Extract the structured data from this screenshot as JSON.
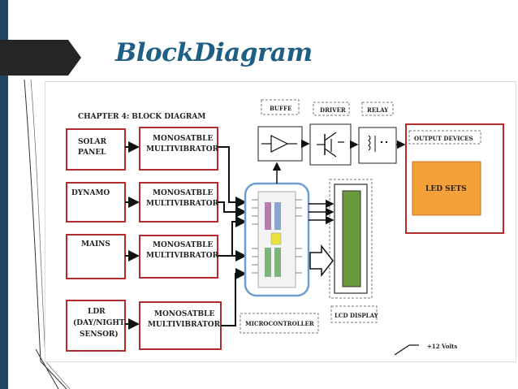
{
  "slide": {
    "title": "BlockDiagram"
  },
  "diagram": {
    "chapter_heading": "CHAPTER 4: BLOCK DIAGRAM",
    "sources": [
      {
        "lines": [
          "SOLAR",
          "PANEL"
        ]
      },
      {
        "lines": [
          "DYNAMO"
        ]
      },
      {
        "lines": [
          "MAINS"
        ]
      },
      {
        "lines": [
          "LDR",
          "(DAY/NIGHT",
          "SENSOR)"
        ]
      }
    ],
    "multivibrators": [
      {
        "lines": [
          "MONOSATBLE",
          "MULTIVIBRATOR"
        ]
      },
      {
        "lines": [
          "MONOSATBLE",
          "MULTIVIBRATOR"
        ]
      },
      {
        "lines": [
          "MONOSATBLE",
          "MULTIVIBRATOR"
        ]
      },
      {
        "lines": [
          "MONOSATBLE",
          "MULTIVIBRATOR"
        ]
      }
    ],
    "buffer_label": "BUFFE",
    "driver_label": "DRIVER",
    "relay_label": "RELAY",
    "output_devices_label": "OUTPUT DEVICES",
    "led_sets_label": "LED SETS",
    "microcontroller_label": "MICROCONTROLLER",
    "lcd_display_label": "LCD DISPLAY",
    "supply_label": "+12 Volts"
  },
  "colors": {
    "accent": "#1f5f86",
    "sidebar": "#23445e",
    "led_fill": "#f5a13a",
    "mcu_border": "#6d9ecf",
    "lcd_green": "#6a9a3c"
  }
}
